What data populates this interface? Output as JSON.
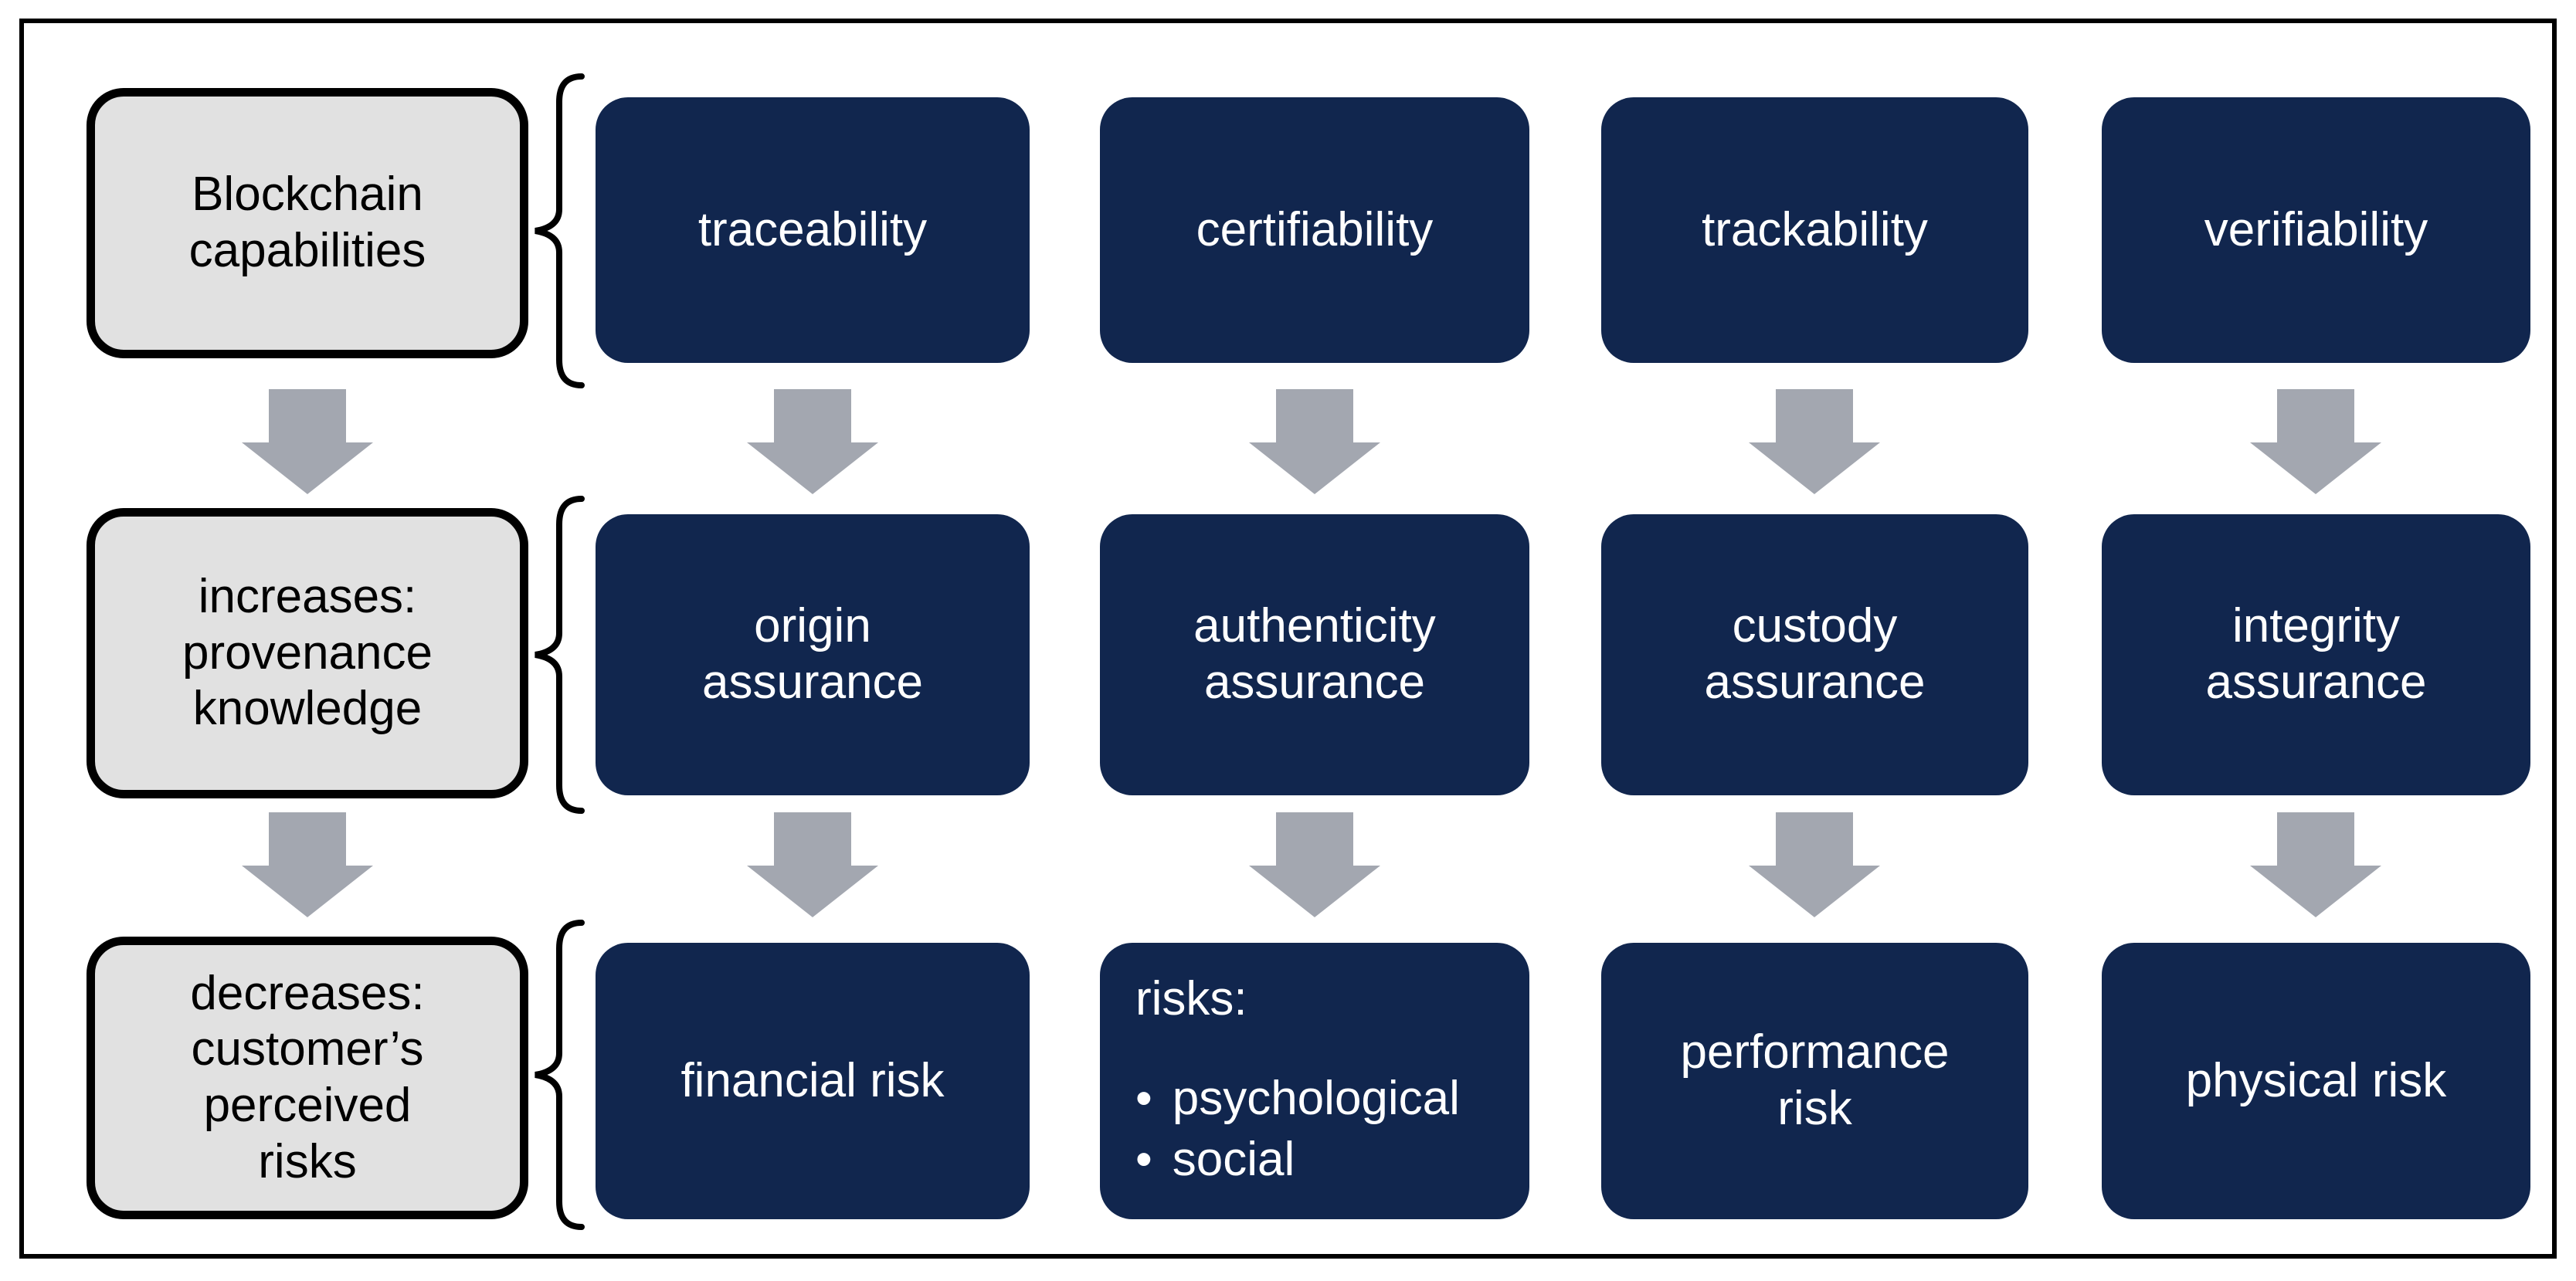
{
  "colors": {
    "navy_box": "#11264E",
    "gray_box_fill": "#E1E1E1",
    "box_outline": "#000000",
    "arrow_gray": "#A3A7B0",
    "text_on_navy": "#FFFFFF",
    "text_on_gray": "#000000"
  },
  "left_labels": {
    "capabilities": "Blockchain\ncapabilities",
    "increases": "increases:\nprovenance\nknowledge",
    "decreases": "decreases:\ncustomer’s\nperceived\nrisks"
  },
  "capabilities": {
    "0": "traceability",
    "1": "certifiability",
    "2": "trackability",
    "3": "verifiability"
  },
  "assurances": {
    "0": "origin\nassurance",
    "1": "authenticity\nassurance",
    "2": "custody\nassurance",
    "3": "integrity\nassurance"
  },
  "risks": {
    "financial": "financial risk",
    "performance": "performance\nrisk",
    "physical": "physical risk",
    "risk_types": {
      "heading": "risks:",
      "bullet": "•",
      "items": {
        "0": "psychological",
        "1": "social"
      }
    }
  }
}
